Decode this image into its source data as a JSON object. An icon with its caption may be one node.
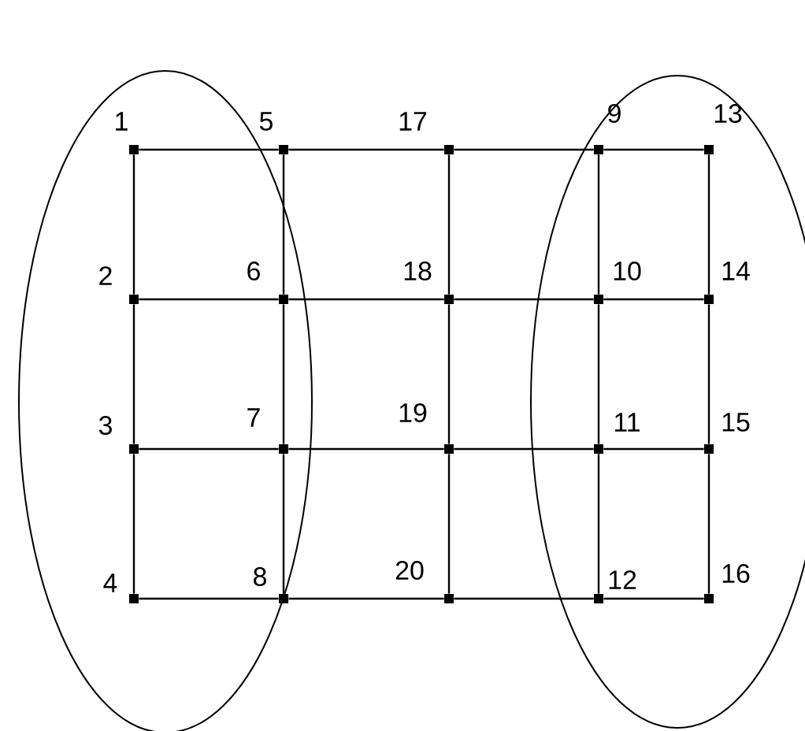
{
  "diagram": {
    "nodes": [
      {
        "text": [],
        "shape": "ellipse"
      },
      {
        "text": [],
        "shape": "ellipse"
      },
      {
        "text": [
          "1"
        ],
        "in": 0
      },
      {
        "text": [
          "5"
        ]
      },
      {
        "text": [
          "17"
        ]
      },
      {
        "text": [
          "9"
        ],
        "in": 1
      },
      {
        "text": [
          "13"
        ],
        "in": 1
      },
      {
        "text": [
          "2"
        ],
        "in": 0
      },
      {
        "text": [
          "6"
        ],
        "in": 0
      },
      {
        "text": [
          "18"
        ]
      },
      {
        "text": [
          "10"
        ],
        "in": 1
      },
      {
        "text": [
          "14"
        ],
        "in": 1
      },
      {
        "text": [
          "3"
        ],
        "in": 0
      },
      {
        "text": [
          "7"
        ],
        "in": 0
      },
      {
        "text": [
          "19"
        ]
      },
      {
        "text": [
          "11"
        ],
        "in": 1
      },
      {
        "text": [
          "15"
        ],
        "in": 1
      },
      {
        "text": [
          "4"
        ],
        "in": 0
      },
      {
        "text": [
          "8"
        ]
      },
      {
        "text": [
          "20"
        ]
      },
      {
        "text": [
          "12"
        ],
        "in": 1
      },
      {
        "text": [
          "16"
        ],
        "in": 1
      }
    ],
    "edges": [
      {
        "from": 2,
        "to": 3,
        "arrow": "none"
      },
      {
        "from": 3,
        "to": 4,
        "arrow": "none"
      },
      {
        "from": 4,
        "to": 5,
        "arrow": "none"
      },
      {
        "from": 5,
        "to": 6,
        "arrow": "none"
      },
      {
        "from": 7,
        "to": 8,
        "arrow": "none"
      },
      {
        "from": 8,
        "to": 9,
        "arrow": "none"
      },
      {
        "from": 9,
        "to": 10,
        "arrow": "none"
      },
      {
        "from": 10,
        "to": 11,
        "arrow": "none"
      },
      {
        "from": 12,
        "to": 13,
        "arrow": "none"
      },
      {
        "from": 13,
        "to": 14,
        "arrow": "none"
      },
      {
        "from": 14,
        "to": 15,
        "arrow": "none"
      },
      {
        "from": 15,
        "to": 16,
        "arrow": "none"
      },
      {
        "from": 17,
        "to": 18,
        "arrow": "none"
      },
      {
        "from": 18,
        "to": 19,
        "arrow": "none"
      },
      {
        "from": 19,
        "to": 20,
        "arrow": "none"
      },
      {
        "from": 20,
        "to": 21,
        "arrow": "none"
      },
      {
        "from": 2,
        "to": 7,
        "arrow": "none"
      },
      {
        "from": 7,
        "to": 12,
        "arrow": "none"
      },
      {
        "from": 12,
        "to": 17,
        "arrow": "none"
      },
      {
        "from": 3,
        "to": 8,
        "arrow": "none"
      },
      {
        "from": 8,
        "to": 13,
        "arrow": "none"
      },
      {
        "from": 13,
        "to": 18,
        "arrow": "none"
      },
      {
        "from": 4,
        "to": 9,
        "arrow": "none"
      },
      {
        "from": 9,
        "to": 14,
        "arrow": "none"
      },
      {
        "from": 14,
        "to": 19,
        "arrow": "none"
      },
      {
        "from": 5,
        "to": 10,
        "arrow": "none"
      },
      {
        "from": 10,
        "to": 15,
        "arrow": "none"
      },
      {
        "from": 15,
        "to": 20,
        "arrow": "none"
      },
      {
        "from": 6,
        "to": 11,
        "arrow": "none"
      },
      {
        "from": 11,
        "to": 16,
        "arrow": "none"
      },
      {
        "from": 16,
        "to": 21,
        "arrow": "none"
      }
    ]
  }
}
